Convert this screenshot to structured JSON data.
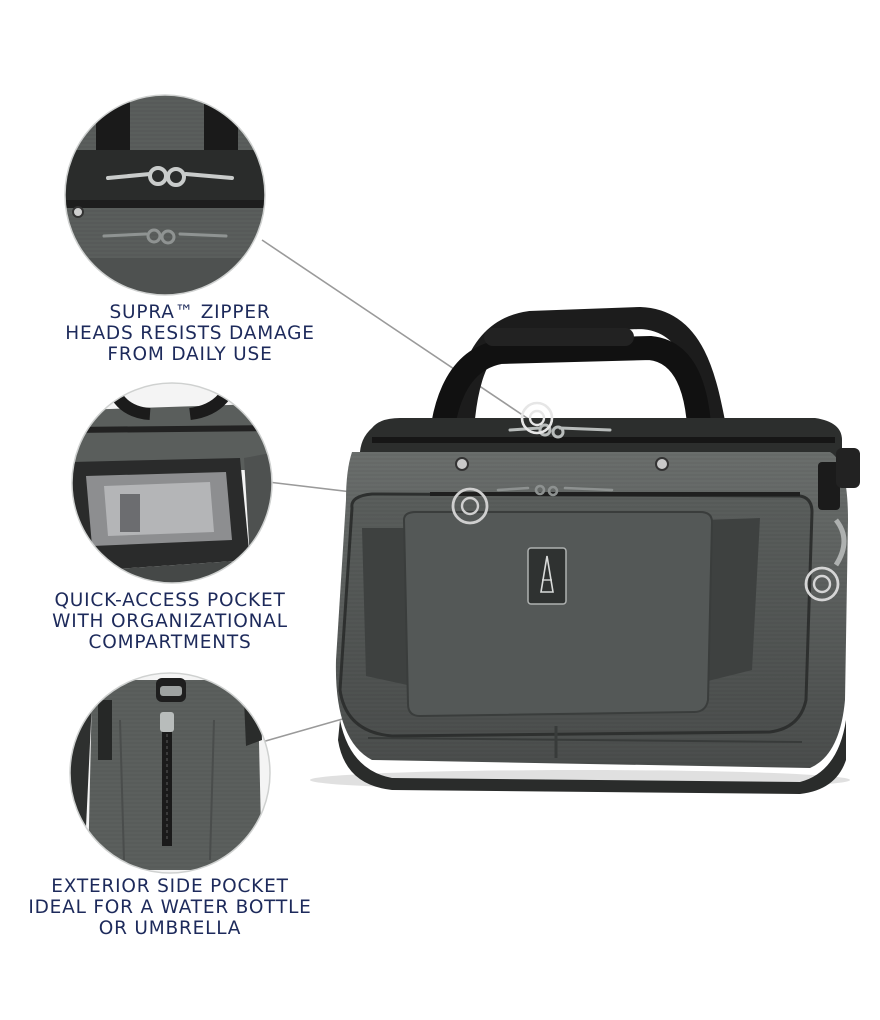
{
  "callouts": [
    {
      "lines": [
        "SUPRA™ ZIPPER",
        "HEADS RESISTS DAMAGE",
        "FROM DAILY USE"
      ]
    },
    {
      "lines": [
        "QUICK-ACCESS POCKET",
        "WITH ORGANIZATIONAL",
        "COMPARTMENTS"
      ]
    },
    {
      "lines": [
        "EXTERIOR SIDE POCKET",
        "IDEAL FOR A WATER BOTTLE",
        "OR UMBRELLA"
      ]
    }
  ],
  "colors": {
    "text": "#1d2a5b",
    "bag_body": "#5b5f5d",
    "bag_dark": "#3c3f3e",
    "handles": "#1a1a1a",
    "leader_lines": "#9a9a9a"
  }
}
